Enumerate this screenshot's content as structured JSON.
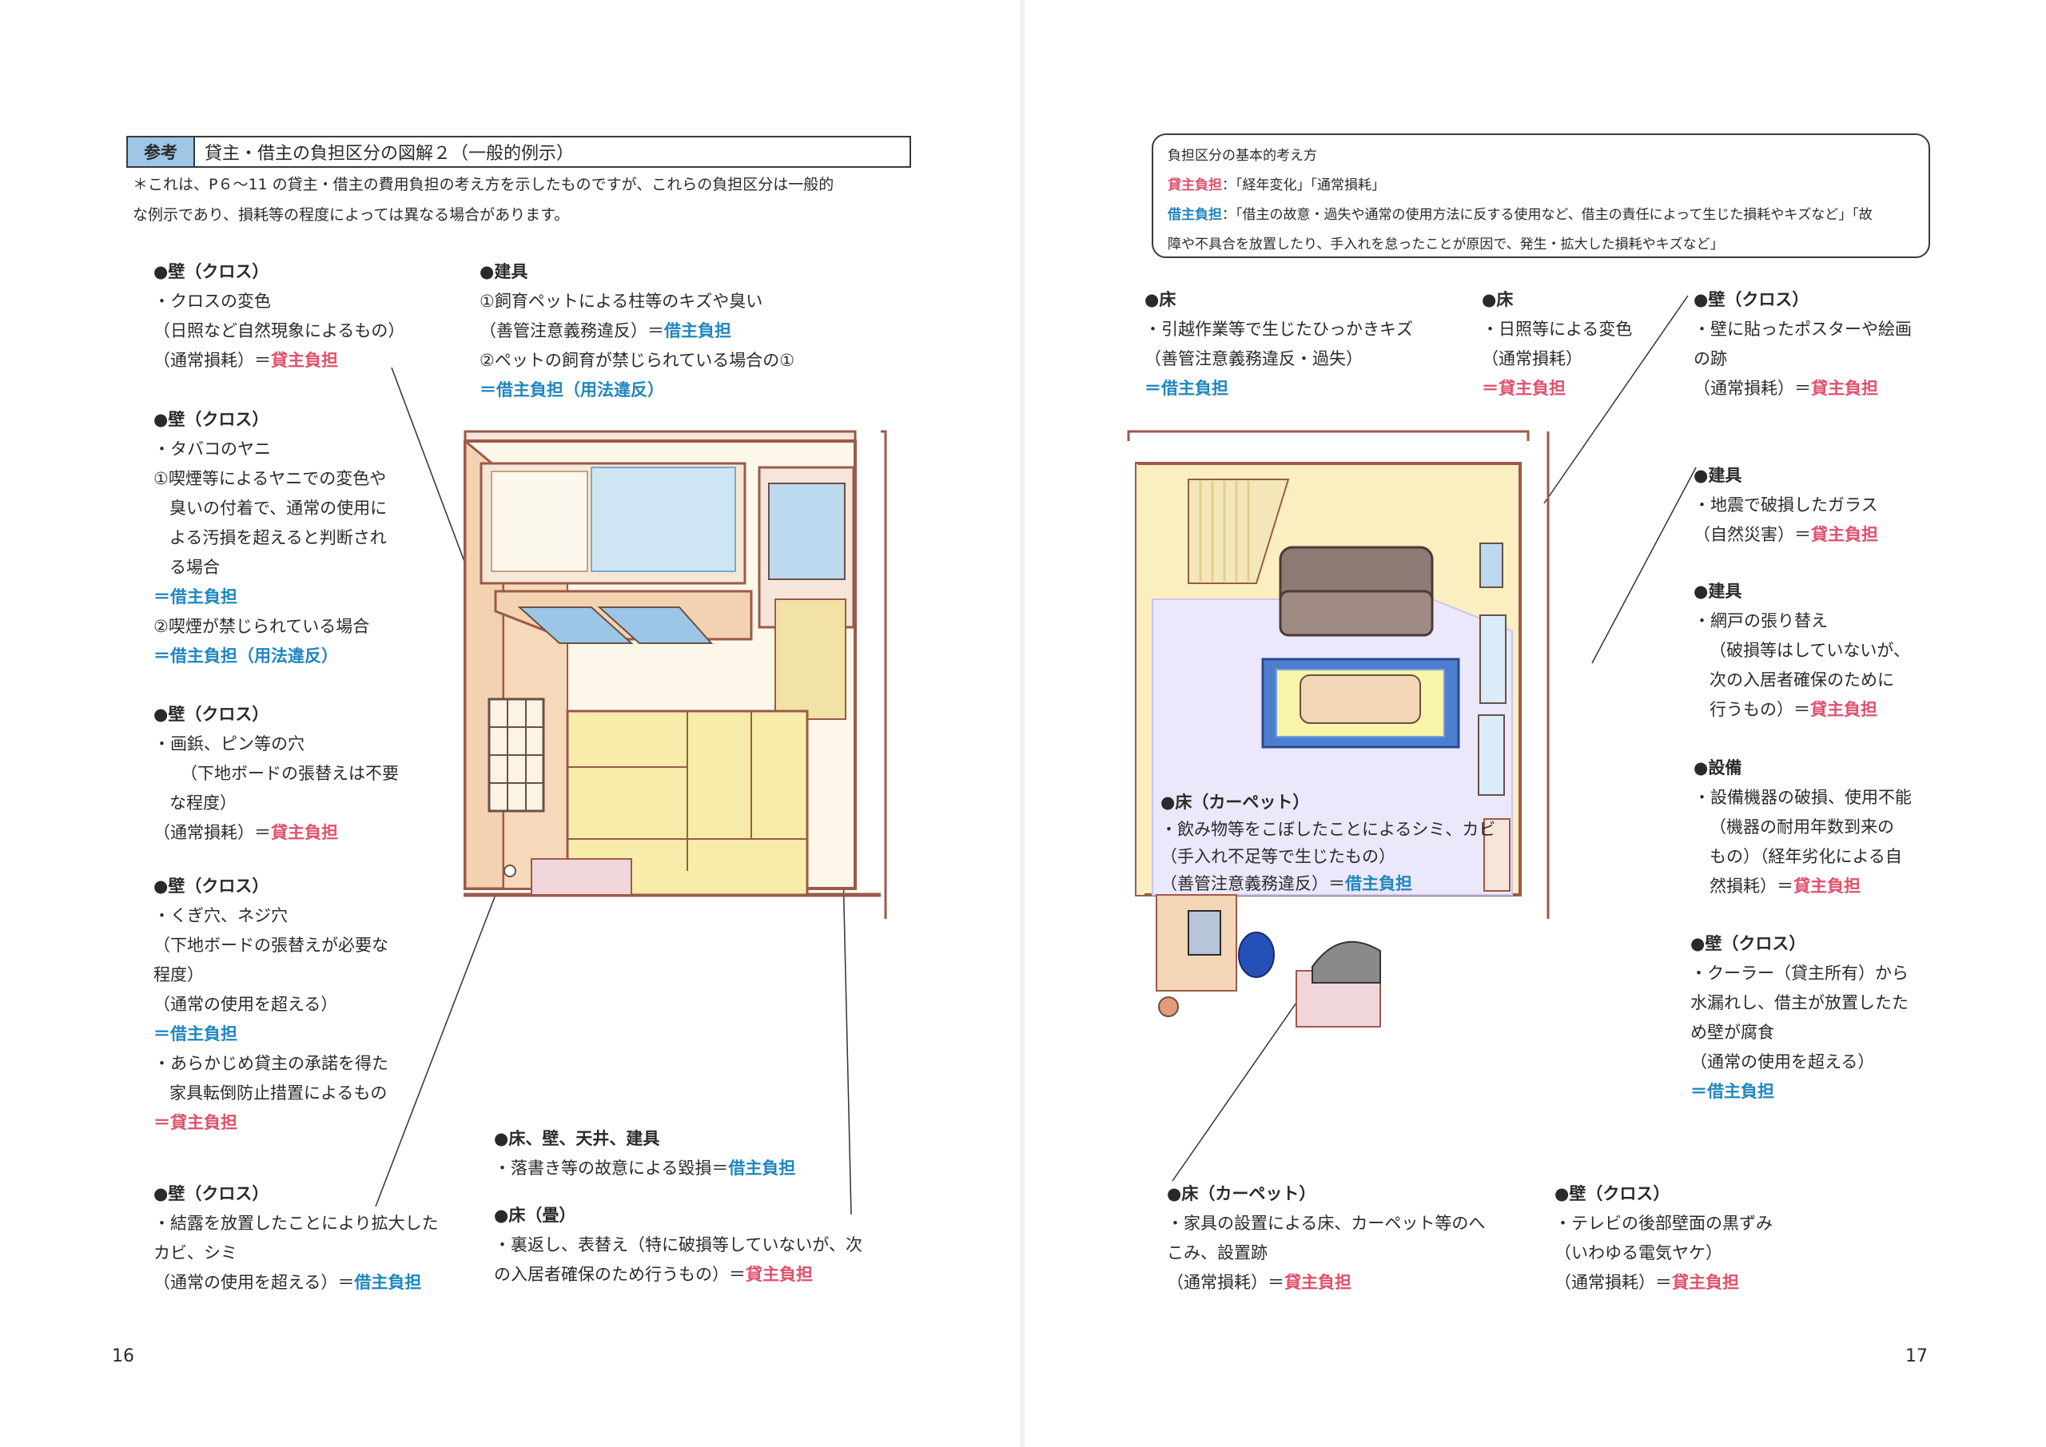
{
  "left": {
    "title_tag": "参考",
    "title": "貸主・借主の負担区分の図解２（一般的例示）",
    "intro": [
      "＊これは、P６～11 の貸主・借主の費用負担の考え方を示したものですが、これらの負担区分は一般的",
      "な例示であり、損耗等の程度によっては異なる場合があります。"
    ],
    "b1": {
      "head": "壁（クロス）",
      "l1": "・クロスの変色",
      "l2": "（日照など自然現象によるもの）",
      "l3": "（通常損耗）＝",
      "l3r": "貸主負担"
    },
    "b2": {
      "head": "建具",
      "l1": "①飼育ペットによる柱等のキズや臭い",
      "l2": "（善管注意義務違反）＝",
      "l2b": "借主負担",
      "l3": "②ペットの飼育が禁じられている場合の①",
      "l4b": "＝借主負担（用法違反）"
    },
    "b3": {
      "head": "壁（クロス）",
      "l1": "・タバコのヤニ",
      "l2": "①喫煙等によるヤニでの変色や",
      "l3": "臭いの付着で、通常の使用に",
      "l4": "よる汚損を超えると判断され",
      "l5": "る場合",
      "l6b": "＝借主負担",
      "l7": "②喫煙が禁じられている場合",
      "l8b": "＝借主負担（用法違反）"
    },
    "b4": {
      "head": "壁（クロス）",
      "l1": "・画鋲、ピン等の穴",
      "l2": "（下地ボードの張替えは不要",
      "l3": "な程度）",
      "l4": "（通常損耗）＝",
      "l4r": "貸主負担"
    },
    "b5": {
      "head": "壁（クロス）",
      "l1": "・くぎ穴、ネジ穴",
      "l2": "（下地ボードの張替えが必要な",
      "l3": "程度）",
      "l4": "（通常の使用を超える）",
      "l5b": "＝借主負担",
      "l6": "・あらかじめ貸主の承諾を得た",
      "l7": "家具転倒防止措置によるもの",
      "l8r": "＝貸主負担"
    },
    "b6": {
      "head": "壁（クロス）",
      "l1": "・結露を放置したことにより拡大した",
      "l2": "カビ、シミ",
      "l3": "（通常の使用を超える）＝",
      "l3b": "借主負担"
    },
    "b7": {
      "head": "床、壁、天井、建具",
      "l1": "・落書き等の故意による毀損＝",
      "l1b": "借主負担"
    },
    "b8": {
      "head": "床（畳）",
      "l1": "・裏返し、表替え（特に破損等していないが、次",
      "l2": "の入居者確保のため行うもの）＝",
      "l2r": "貸主負担"
    },
    "page_number": "16"
  },
  "right": {
    "info": {
      "title": "負担区分の基本的考え方",
      "k1": "貸主負担",
      "v1": "：「経年変化」「通常損耗」",
      "k2": "借主負担",
      "v2": "：「借主の故意・過失や通常の使用方法に反する使用など、借主の責任によって生じた損耗やキズなど」「故",
      "v3": "障や不具合を放置したり、手入れを怠ったことが原因で、発生・拡大した損耗やキズなど」"
    },
    "c1": {
      "head": "床",
      "l1": "・引越作業等で生じたひっかきキズ",
      "l2": "（善管注意義務違反・過失）",
      "l3b": "＝借主負担"
    },
    "c2": {
      "head": "床",
      "l1": "・日照等による変色",
      "l2": "（通常損耗）",
      "l3r": "＝貸主負担"
    },
    "c3": {
      "head": "壁（クロス）",
      "l1": "・壁に貼ったポスターや絵画",
      "l2": "の跡",
      "l3": "（通常損耗）＝",
      "l3r": "貸主負担"
    },
    "c4": {
      "head": "建具",
      "l1": "・地震で破損したガラス",
      "l2": "（自然災害）＝",
      "l2r": "貸主負担"
    },
    "c5": {
      "head": "建具",
      "l1": "・網戸の張り替え",
      "l2": "（破損等はしていないが、",
      "l3": "次の入居者確保のために",
      "l4": "行うもの）＝",
      "l4r": "貸主負担"
    },
    "c6": {
      "head": "設備",
      "l1": "・設備機器の破損、使用不能",
      "l2": "（機器の耐用年数到来の",
      "l3": "もの）（経年劣化による自",
      "l4": "然損耗）＝",
      "l4r": "貸主負担"
    },
    "c7": {
      "head": "壁（クロス）",
      "l1": "・クーラー（貸主所有）から",
      "l2": "水漏れし、借主が放置したた",
      "l3": "め壁が腐食",
      "l4": "（通常の使用を超える）",
      "l5b": "＝借主負担"
    },
    "c8": {
      "head": "床（カーペット）",
      "l1": "・飲み物等をこぼしたことによるシミ、カビ",
      "l2": "（手入れ不足等で生じたもの）",
      "l3": "（善管注意義務違反）＝",
      "l3b": "借主負担"
    },
    "c9": {
      "head": "床（カーペット）",
      "l1": "・家具の設置による床、カーペット等のへ",
      "l2": "こみ、設置跡",
      "l3": "（通常損耗）＝",
      "l3r": "貸主負担"
    },
    "c10": {
      "head": "壁（クロス）",
      "l1": "・テレビの後部壁面の黒ずみ",
      "l2": "（いわゆる電気ヤケ）",
      "l3": "（通常損耗）＝",
      "l3r": "貸主負担"
    },
    "page_number": "17"
  },
  "colors": {
    "landlord_red": "#e0506a",
    "tenant_blue": "#1f86be",
    "tag_blue": "#9ec6e6"
  }
}
